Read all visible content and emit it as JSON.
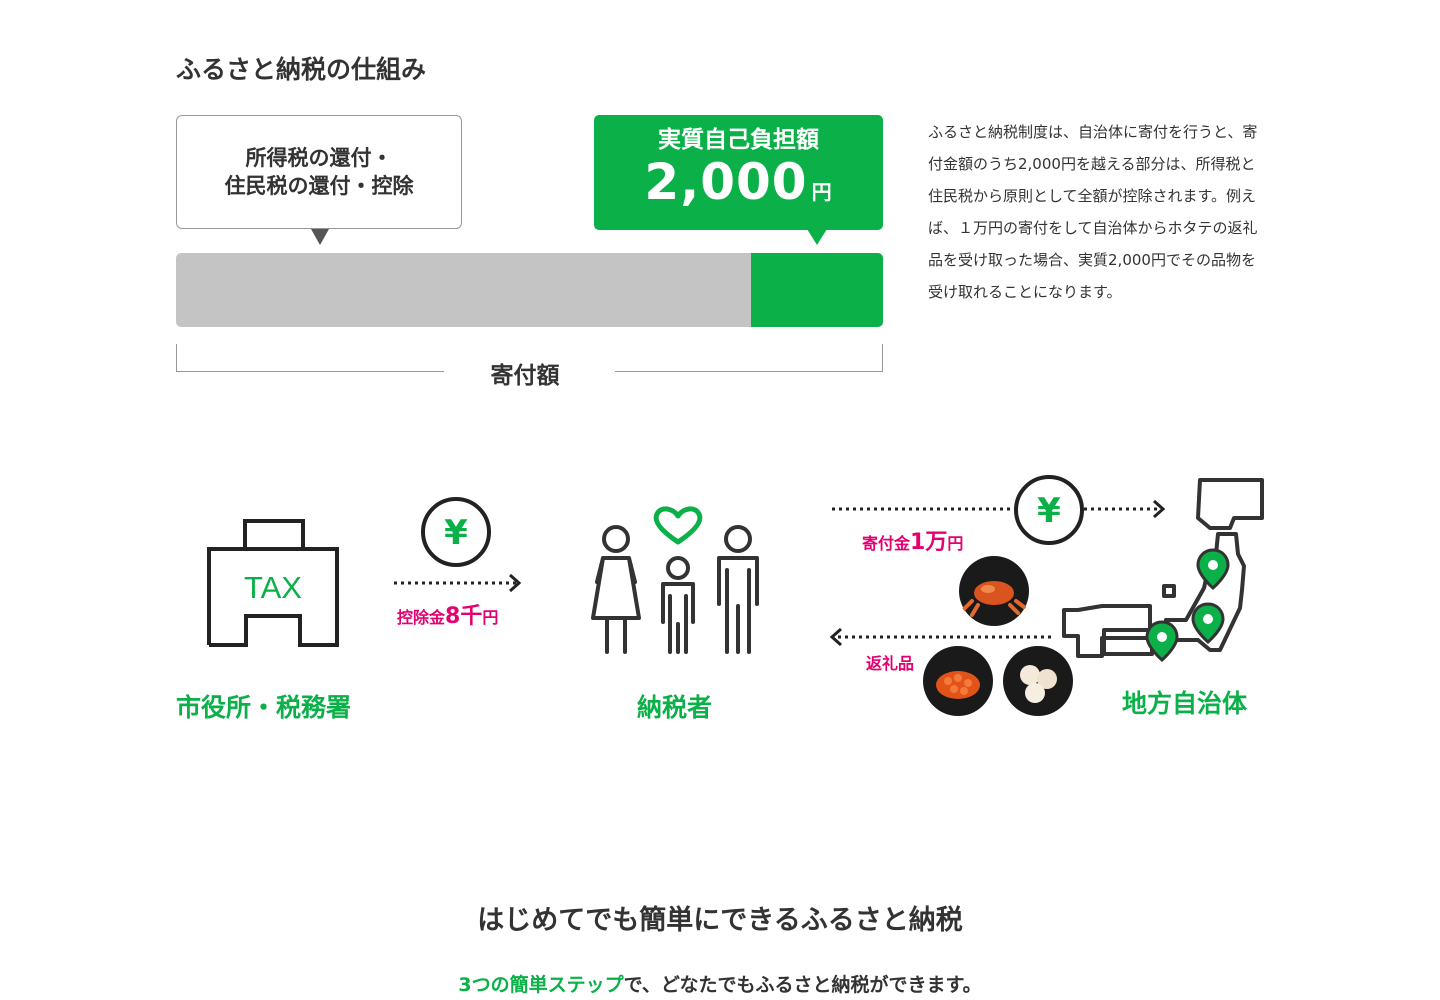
{
  "section": {
    "title": "ふるさと納税の仕組み"
  },
  "diagram": {
    "refund_line1": "所得税の還付・",
    "refund_line2": "住民税の還付・控除",
    "self_burden_label": "実質自己負担額",
    "self_burden_amount": "2,000",
    "self_burden_unit": "円",
    "donation_label": "寄付額"
  },
  "description": "ふるさと納税制度は、自治体に寄付を行うと、寄付金額のうち2,000円を越える部分は、所得税と住民税から原則として全額が控除されます。例えば、１万円の寄付をして自治体からホタテの返礼品を受け取った場合、実質2,000円でその品物を受け取れることになります。",
  "flow": {
    "tax_label": "TAX",
    "yen_symbol": "¥",
    "city_office": "市役所・税務署",
    "taxpayer": "納税者",
    "municipality": "地方自治体",
    "deduction_prefix": "控除金",
    "deduction_amount": "8千",
    "deduction_unit": "円",
    "donation_prefix": "寄付金",
    "donation_amount": "1万",
    "donation_unit": "円",
    "gift_label": "返礼品",
    "icons": [
      "building-icon",
      "yen-coin-icon",
      "family-icon",
      "heart-icon",
      "japan-map-icon",
      "map-pin-icon",
      "crab-image",
      "salmon-roe-image",
      "scallop-image"
    ]
  },
  "intro": {
    "title": "はじめてでも簡単にできるふるさと納税",
    "text_highlight": "3つの簡単ステップ",
    "text_rest": "で、どなたでもふるさと納税ができます。"
  },
  "colors": {
    "brand_green": "#0bb148",
    "accent_pink": "#e4006f",
    "text": "#333333",
    "bar_gray": "#c4c4c4"
  }
}
